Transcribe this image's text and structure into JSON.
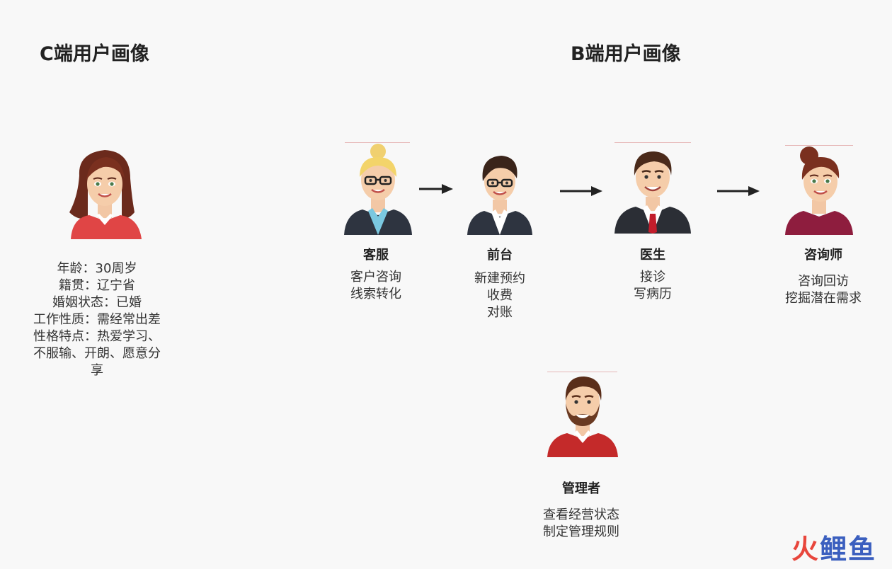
{
  "c_section": {
    "title": "C端用户画像",
    "info_lines": [
      "年龄：30周岁",
      "籍贯：辽宁省",
      "婚姻状态：已婚",
      "工作性质：需经常出差",
      "性格特点：热爱学习、",
      "不服输、开朗、愿意分",
      "享"
    ]
  },
  "b_section": {
    "title": "B端用户画像",
    "roles": {
      "kefu": {
        "name": "客服",
        "desc": [
          "客户咨询",
          "线索转化"
        ]
      },
      "qiantai": {
        "name": "前台",
        "desc": [
          "新建预约",
          "收费",
          "对账"
        ]
      },
      "yisheng": {
        "name": "医生",
        "desc": [
          "接诊",
          "写病历"
        ]
      },
      "zixunshi": {
        "name": "咨询师",
        "desc": [
          "咨询回访",
          "挖掘潜在需求"
        ]
      },
      "guanlizhe": {
        "name": "管理者",
        "desc": [
          "查看经营状态",
          "制定管理规则"
        ]
      }
    }
  },
  "watermark": {
    "chars": [
      "火",
      "鲤",
      "鱼"
    ]
  },
  "colors": {
    "title": "#222222",
    "text": "#333333",
    "arrow": "#222222",
    "watermark_red": "#e8463c",
    "watermark_blue": "#3b5fbf"
  },
  "icons": {
    "c_user": "woman-red-sweater-avatar-icon",
    "kefu": "blonde-woman-glasses-avatar-icon",
    "qiantai": "short-hair-woman-glasses-avatar-icon",
    "yisheng": "man-suit-red-tie-avatar-icon",
    "zixunshi": "woman-hair-bun-avatar-icon",
    "guanlizhe": "bearded-man-red-sweater-avatar-icon"
  }
}
